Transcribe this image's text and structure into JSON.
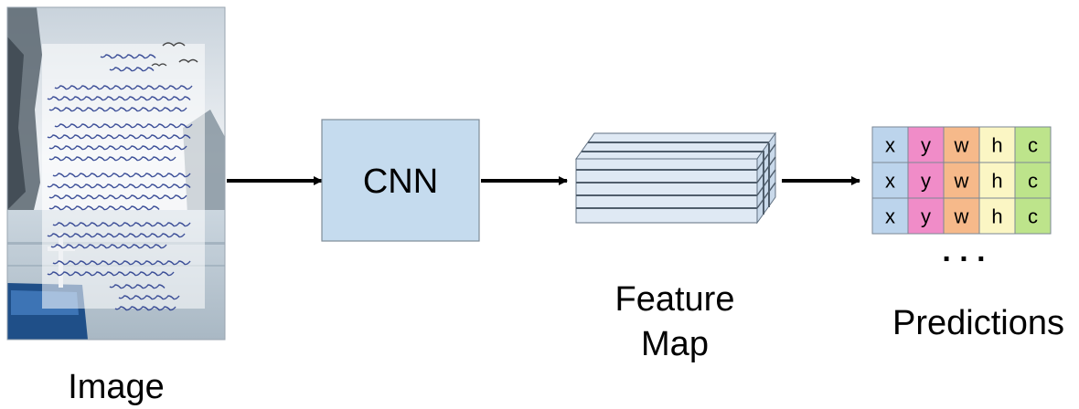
{
  "pipeline": {
    "image": {
      "label": "Image"
    },
    "cnn": {
      "label": "CNN",
      "fill": "#c5dbee"
    },
    "feature_map": {
      "label_line1": "Feature",
      "label_line2": "Map"
    },
    "predictions": {
      "label": "Predictions",
      "columns": [
        {
          "letter": "x",
          "color": "#bcd4ec"
        },
        {
          "letter": "y",
          "color": "#f08cc8"
        },
        {
          "letter": "w",
          "color": "#f6b98a"
        },
        {
          "letter": "h",
          "color": "#fbf6c4"
        },
        {
          "letter": "c",
          "color": "#bde48b"
        }
      ],
      "rows": 3,
      "ellipsis": ". . ."
    }
  }
}
